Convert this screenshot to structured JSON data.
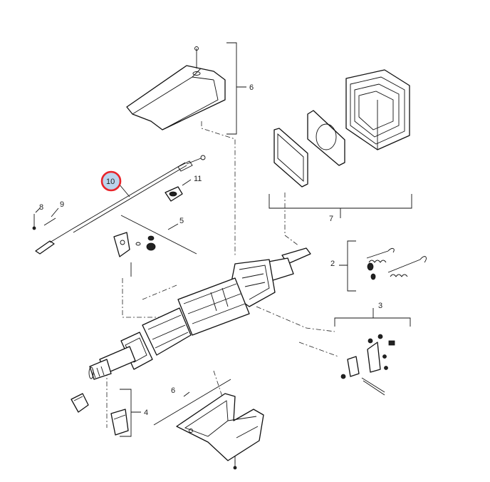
{
  "diagram": {
    "callouts": [
      {
        "id": "c-6-top",
        "text": "6"
      },
      {
        "id": "c-7",
        "text": "7"
      },
      {
        "id": "c-10",
        "text": "10"
      },
      {
        "id": "c-11",
        "text": "11"
      },
      {
        "id": "c-8",
        "text": "8"
      },
      {
        "id": "c-9",
        "text": "9"
      },
      {
        "id": "c-5",
        "text": "5"
      },
      {
        "id": "c-2",
        "text": "2"
      },
      {
        "id": "c-3",
        "text": "3"
      },
      {
        "id": "c-6-bottom",
        "text": "6"
      },
      {
        "id": "c-4",
        "text": "4"
      }
    ],
    "highlight": {
      "target": "10",
      "color": "#e8242a",
      "fill": "#bcd4ec"
    }
  }
}
